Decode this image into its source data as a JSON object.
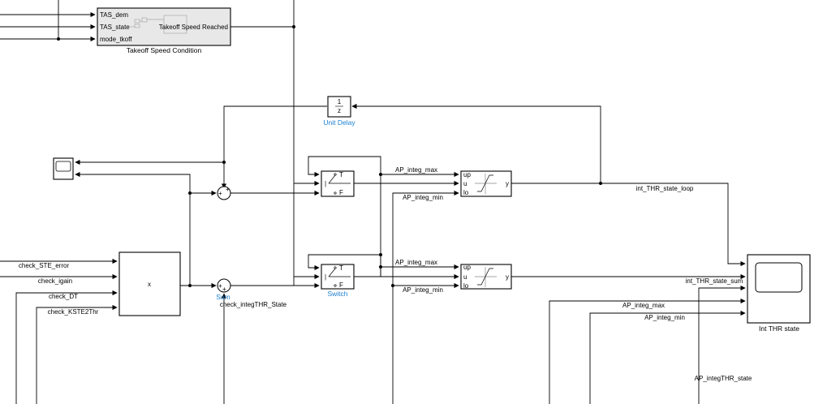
{
  "takeoff_block": {
    "inputs": [
      "TAS_dem",
      "TAS_state",
      "mode_tkoff"
    ],
    "output": "Takeoff Speed Reached",
    "caption": "Takeoff Speed Condition"
  },
  "unit_delay": {
    "numerator": "1",
    "denominator": "z",
    "caption": "Unit Delay"
  },
  "switch1": {
    "port_top": "T",
    "port_mid": "|",
    "port_bot": "F"
  },
  "switch2": {
    "port_top": "T",
    "port_mid": "|",
    "port_bot": "F",
    "caption": "Switch"
  },
  "saturation": {
    "port_up": "up",
    "port_u": "u",
    "port_lo": "lo",
    "out": "y"
  },
  "product": {
    "label": "x"
  },
  "sum1": {
    "sign_top": "+",
    "sign_left": "+"
  },
  "sum2": {
    "sign_left": "+",
    "sign_bot": "+",
    "caption": "Sum"
  },
  "scope": {
    "caption": "Int THR state"
  },
  "signals": {
    "ap_integ_max": "AP_integ_max",
    "ap_integ_min": "AP_integ_min",
    "int_thr_state_loop": "int_THR_state_loop",
    "int_thr_state_sum": "int_THR_state_sum",
    "check_ste_error": "check_STE_error",
    "check_igain": "check_igain",
    "check_dt": "check_DT",
    "check_kste2thr": "check_KSTE2Thr",
    "check_integthr_state": "check_integTHR_State",
    "ap_integthr_state": "AP_integTHR_state"
  }
}
